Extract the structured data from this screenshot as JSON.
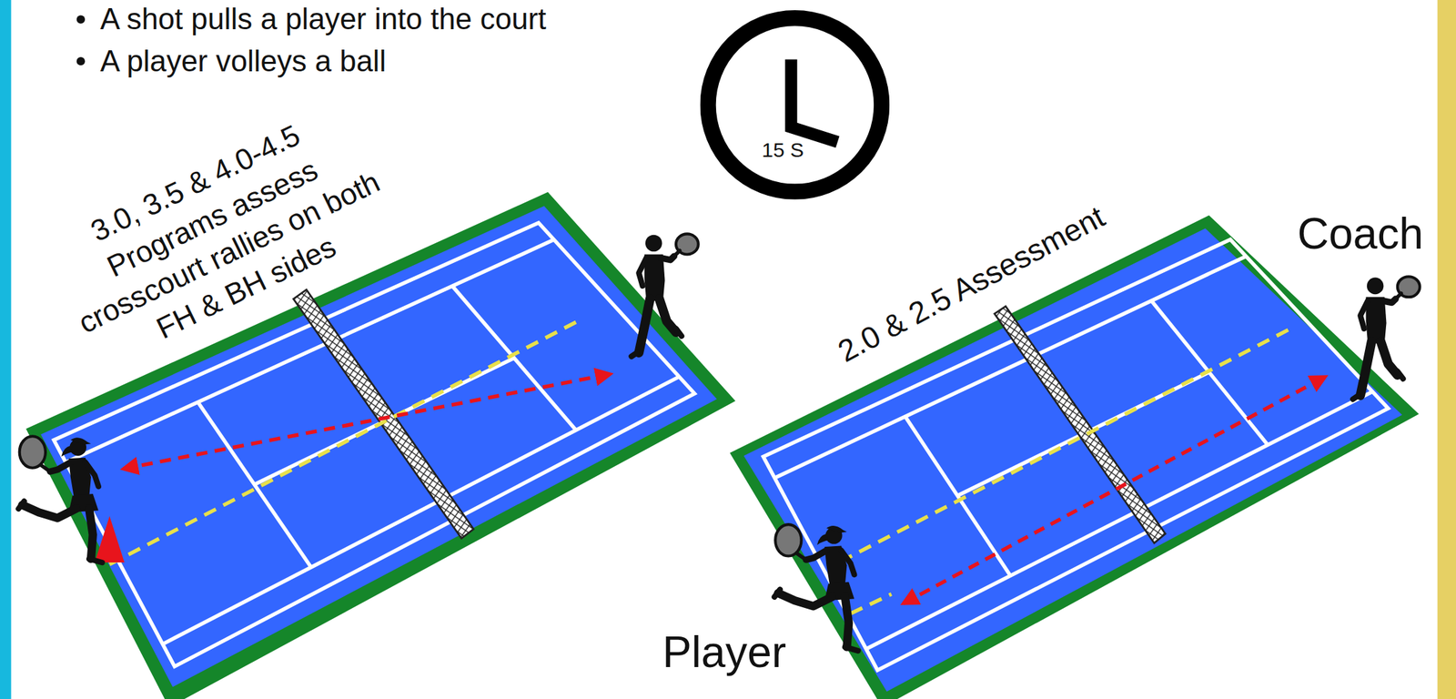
{
  "diagram": {
    "nodes": [
      {
        "text": [
          "15 S"
        ]
      }
    ],
    "labels": [
      "A shot pulls a player into the court",
      "A player volleys a ball",
      "3.0, 3.5 & 4.0-4.5 Programs assess crosscourt rallies on both FH & BH sides",
      "2.0 & 2.5 Assessment",
      "Coach",
      "Player"
    ]
  }
}
